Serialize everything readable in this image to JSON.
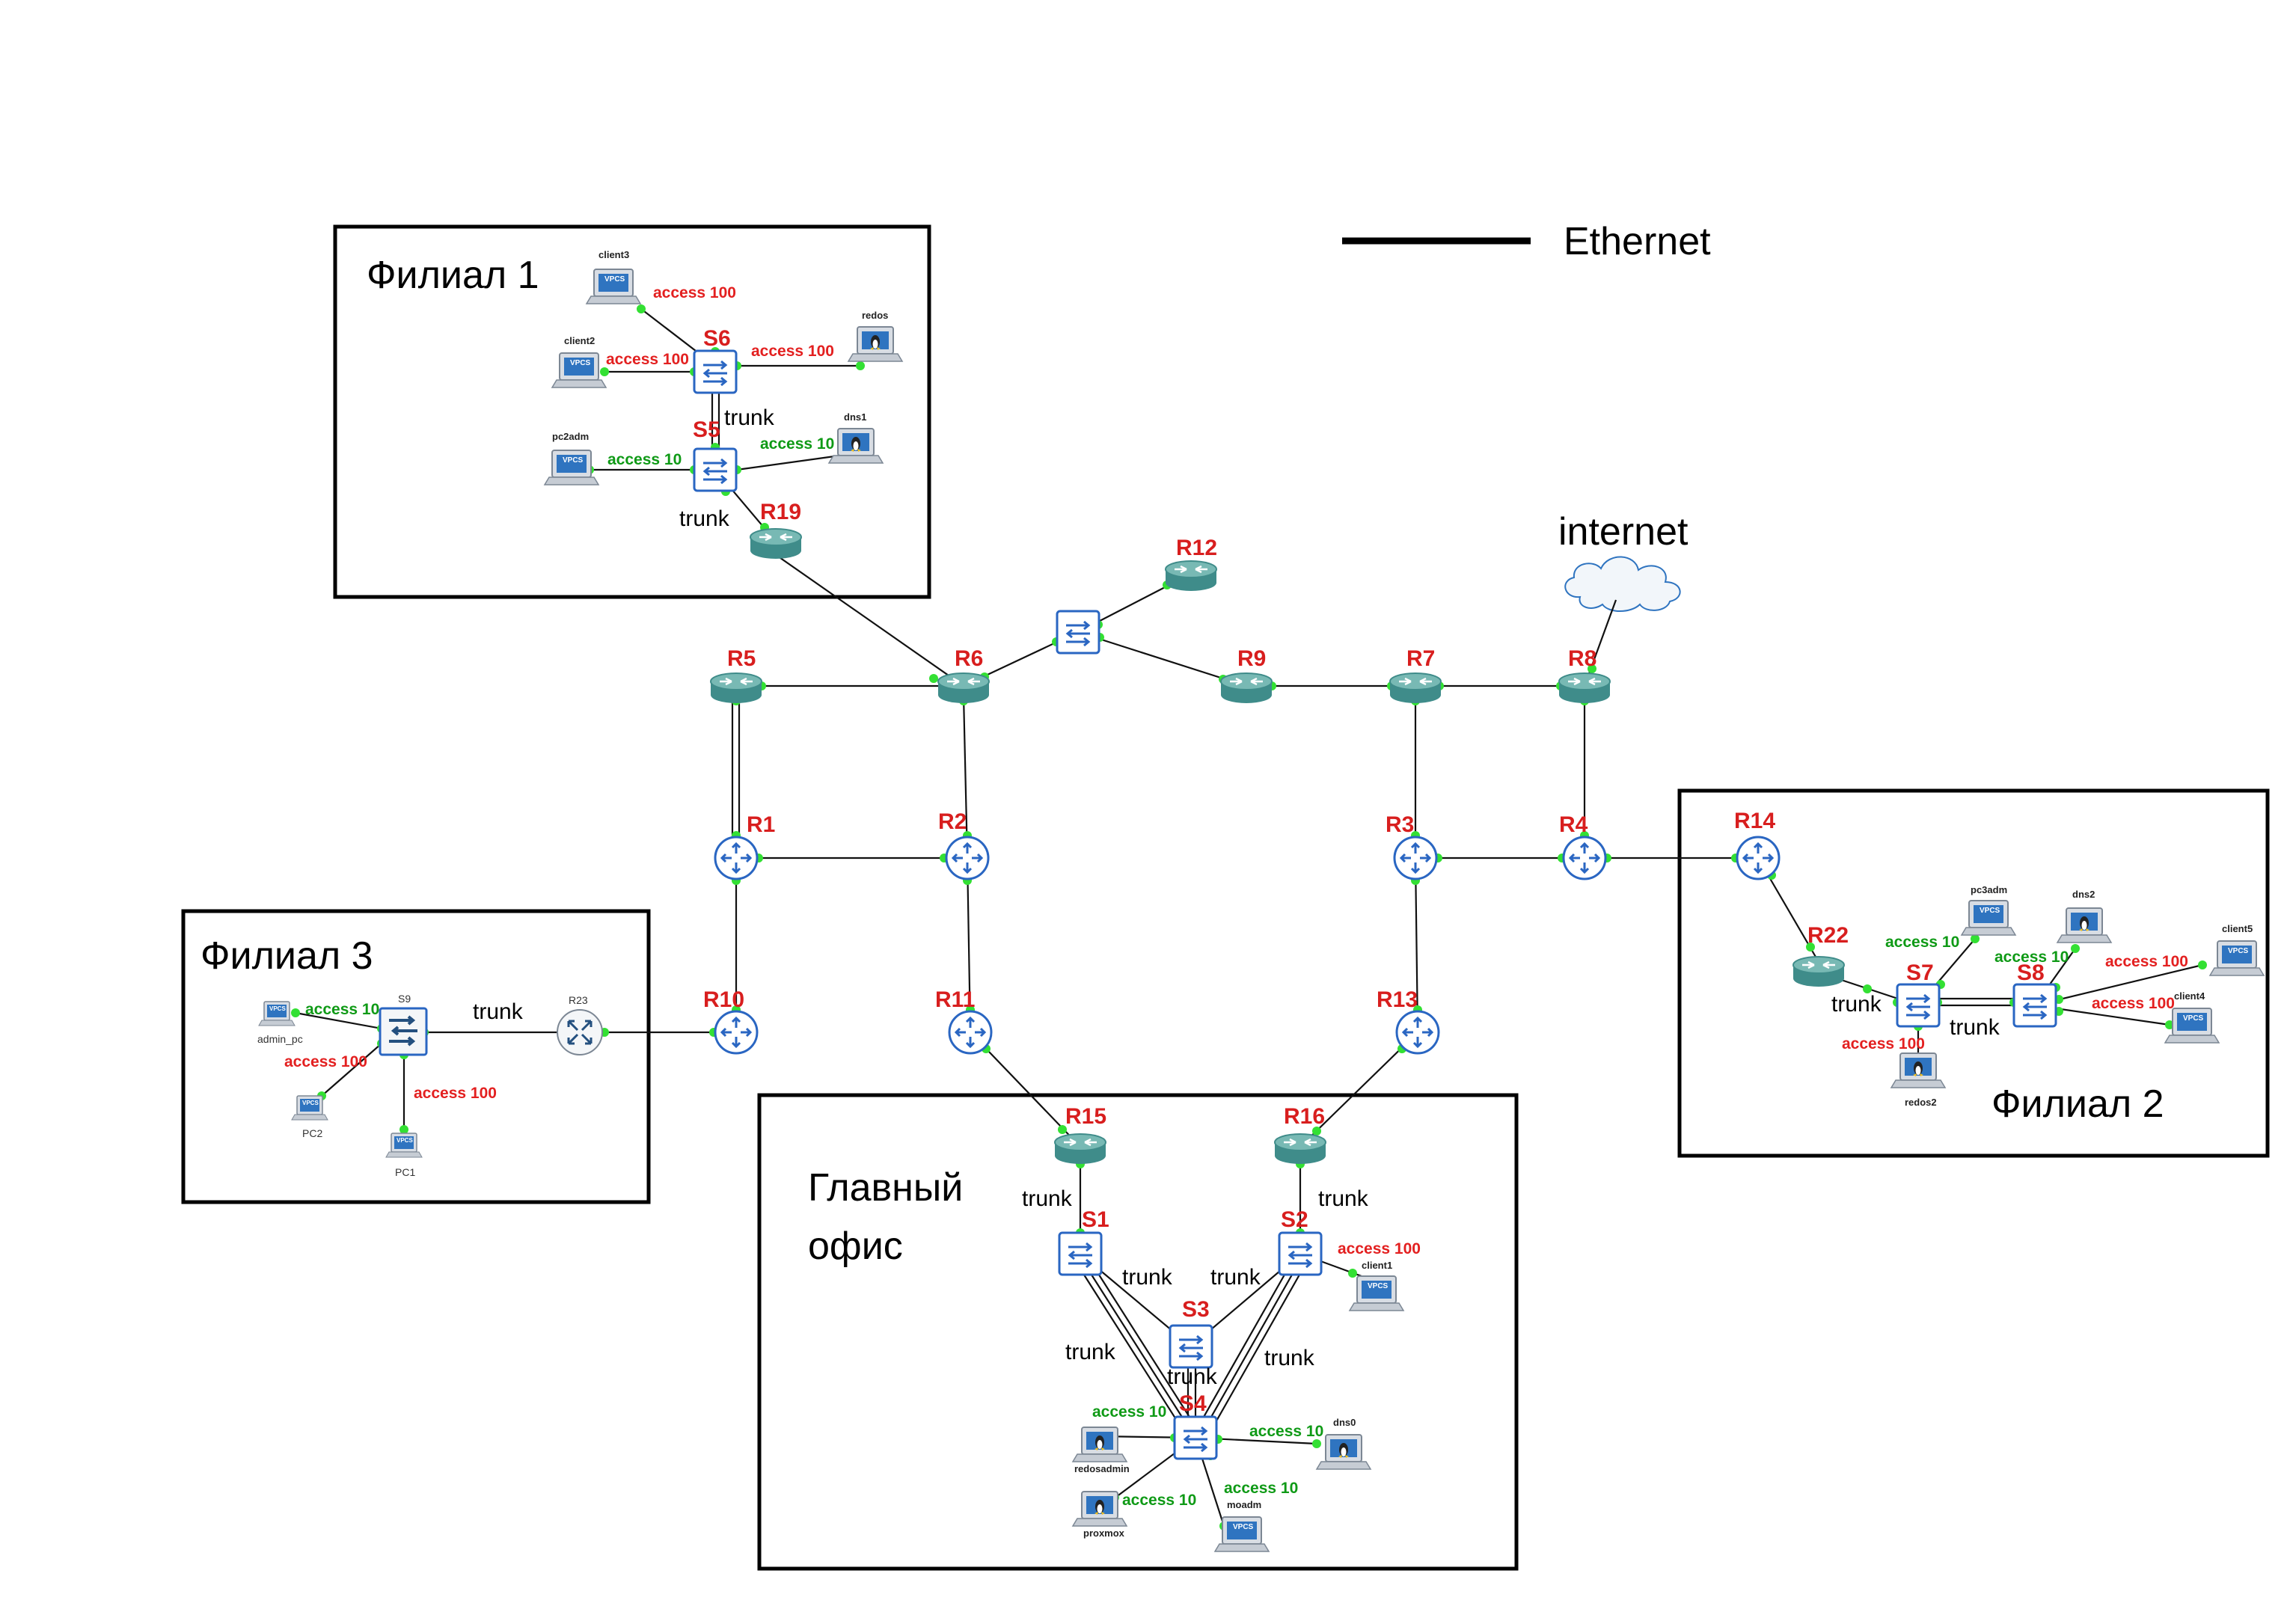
{
  "legend": {
    "label": "Ethernet"
  },
  "areas": {
    "branch1": "Филиал 1",
    "branch2": "Филиал 2",
    "branch3": "Филиал 3",
    "main_office_line1": "Главный",
    "main_office_line2": "офис",
    "internet": "internet"
  },
  "routers": {
    "r1": "R1",
    "r2": "R2",
    "r3": "R3",
    "r4": "R4",
    "r5": "R5",
    "r6": "R6",
    "r7": "R7",
    "r8": "R8",
    "r9": "R9",
    "r10": "R10",
    "r11": "R11",
    "r12": "R12",
    "r13": "R13",
    "r14": "R14",
    "r15": "R15",
    "r16": "R16",
    "r19": "R19",
    "r22": "R22",
    "r23": "R23"
  },
  "switches": {
    "s1": "S1",
    "s2": "S2",
    "s3": "S3",
    "s4": "S4",
    "s5": "S5",
    "s6": "S6",
    "s7": "S7",
    "s8": "S8",
    "s9": "S9"
  },
  "hosts": {
    "client1": "client1",
    "client2": "client2",
    "client3": "client3",
    "client4": "client4",
    "client5": "client5",
    "redos": "redos",
    "redos2": "redos2",
    "redosadmin": "redosadmin",
    "dns0": "dns0",
    "dns1": "dns1",
    "dns2": "dns2",
    "pc2adm": "pc2adm",
    "pc3adm": "pc3adm",
    "moadm": "moadm",
    "proxmox": "proxmox",
    "admin_pc": "admin_pc",
    "pc1": "PC1",
    "pc2": "PC2",
    "vpcs_badge": "VPCS"
  },
  "link_labels": {
    "trunk": "trunk",
    "access10": "access 10",
    "access100": "access 100"
  },
  "colors": {
    "router_body": "#3f8c8a",
    "router_top": "#78b9b4",
    "switch_blue": "#2a66c2",
    "port_green": "#33e033",
    "label_red": "#d81e1e",
    "access10_green": "#0f9a16"
  }
}
